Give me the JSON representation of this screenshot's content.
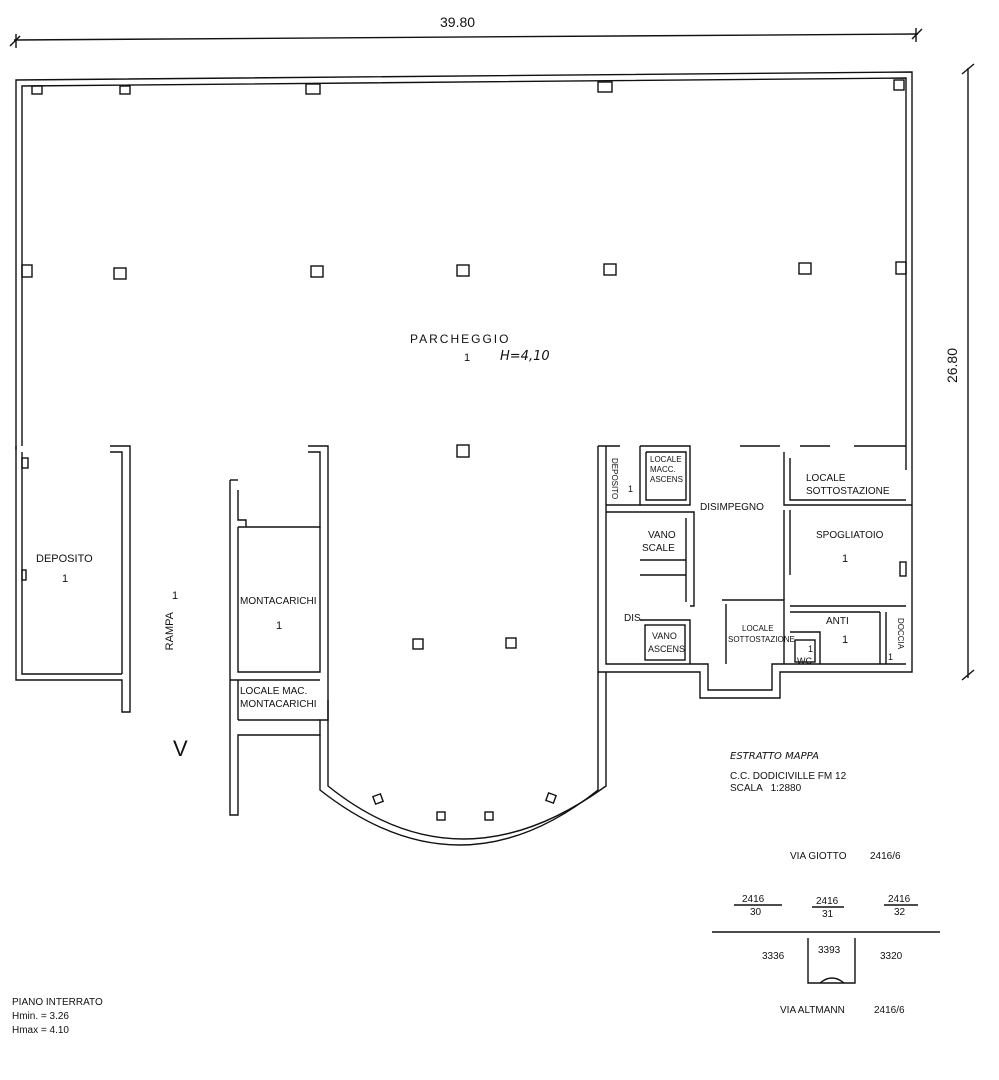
{
  "dimensions": {
    "width": "39.80",
    "height": "26.80"
  },
  "rooms": {
    "parcheggio": {
      "name": "PARCHEGGIO",
      "number": "1",
      "height": "H=4,10"
    },
    "deposito_left": {
      "name": "DEPOSITO",
      "number": "1"
    },
    "rampa": {
      "name": "RAMPA",
      "mark": "1",
      "arrow": "V"
    },
    "montacarichi": {
      "name": "MONTACARICHI",
      "number": "1"
    },
    "locale_mac_montacarichi": {
      "line1": "LOCALE MAC.",
      "line2": "MONTACARICHI"
    },
    "deposito_small": {
      "name": "DEPOSITO",
      "number": "1"
    },
    "locale_macc_ascens": {
      "line1": "LOCALE",
      "line2": "MACC.",
      "line3": "ASCENS"
    },
    "disimpegno": {
      "name": "DISIMPEGNO"
    },
    "locale_sottostazione_top": {
      "line1": "LOCALE",
      "line2": "SOTTOSTAZIONE"
    },
    "spogliatoio": {
      "name": "SPOGLIATOIO",
      "number": "1"
    },
    "vano_scale": {
      "line1": "VANO",
      "line2": "SCALE"
    },
    "dis": {
      "name": "DIS."
    },
    "vano_ascens": {
      "line1": "VANO",
      "line2": "ASCENS"
    },
    "locale_sottostazione_small": {
      "line1": "LOCALE",
      "line2": "SOTTOSTAZIONE"
    },
    "anti": {
      "name": "ANTI",
      "number": "1"
    },
    "wc": {
      "name": "WC",
      "number": "1"
    },
    "doccia": {
      "name": "DOCCIA",
      "number": "1"
    }
  },
  "estratto": {
    "title": "ESTRATTO MAPPA",
    "line1": "C.C. DODICIVILLE FM 12",
    "line2": "SCALA   1:2880",
    "street_top": "VIA GIOTTO",
    "street_top_ref": "2416/6",
    "parcels_top": [
      {
        "num": "2416",
        "den": "30"
      },
      {
        "num": "2416",
        "den": "31"
      },
      {
        "num": "2416",
        "den": "32"
      }
    ],
    "parcels_bottom": [
      "3336",
      "3393",
      "3320"
    ],
    "street_bottom": "VIA ALTMANN",
    "street_bottom_ref": "2416/6"
  },
  "legend": {
    "title": "PIANO INTERRATO",
    "hmin": "Hmin. = 3.26",
    "hmax": "Hmax = 4.10"
  }
}
